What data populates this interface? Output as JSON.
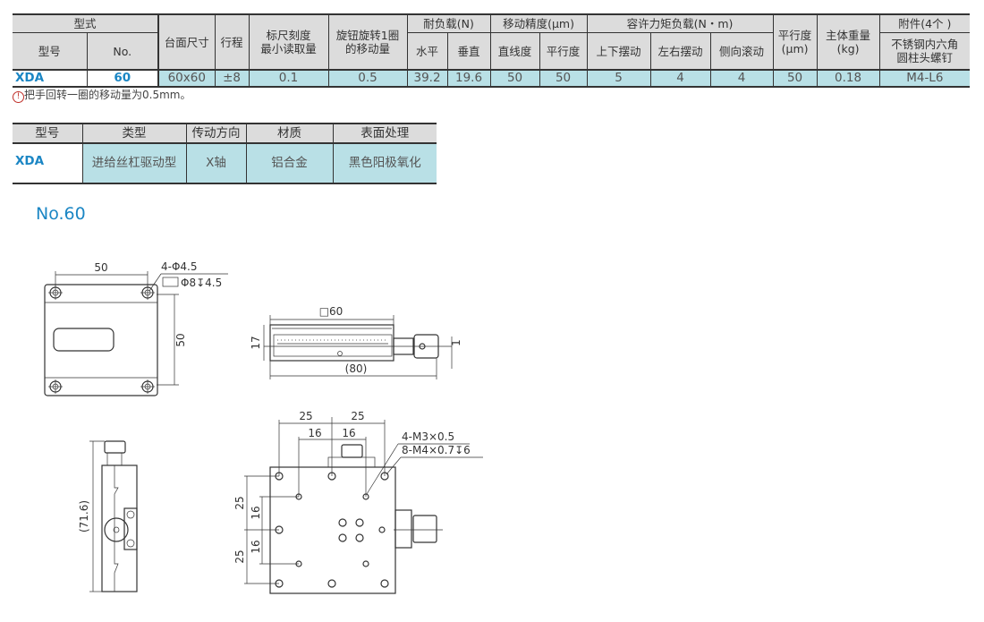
{
  "spec_table": {
    "group_headers": {
      "model_type": "型式",
      "load": "耐负载(N)",
      "accuracy": "移动精度(μm)",
      "moment": "容许力矩负载(N・m)",
      "accessory": "附件(4个 )"
    },
    "headers": {
      "model": "型号",
      "no": "No.",
      "table_size": "台面尺寸",
      "stroke": "行程",
      "scale_min": "标尺刻度\n最小读取量",
      "knob_travel": "旋钮旋转1圈\n的移动量",
      "horizontal": "水平",
      "vertical": "垂直",
      "straightness": "直线度",
      "parallelism": "平行度",
      "pitch": "上下摆动",
      "yaw": "左右摆动",
      "roll": "侧向滚动",
      "parallelism2": "平行度\n(μm)",
      "weight": "主体重量\n(kg)",
      "screw": "不锈钢内六角\n圆柱头螺钉"
    },
    "row": {
      "model": "XDA",
      "no": "60",
      "table_size": "60x60",
      "stroke": "±8",
      "scale_min": "0.1",
      "knob_travel": "0.5",
      "horizontal": "39.2",
      "vertical": "19.6",
      "straightness": "50",
      "parallelism": "50",
      "pitch": "5",
      "yaw": "4",
      "roll": "4",
      "parallelism2": "50",
      "weight": "0.18",
      "screw": "M4-L6"
    }
  },
  "note": {
    "icon": "!",
    "text": "把手回转一圈的移动量为0.5mm。"
  },
  "type_table": {
    "headers": [
      "型号",
      "类型",
      "传动方向",
      "材质",
      "表面处理"
    ],
    "row": [
      "XDA",
      "进给丝杠驱动型",
      "X轴",
      "铝合金",
      "黑色阳极氧化"
    ]
  },
  "drawing_title": "No.60",
  "dimensions": {
    "top_width": "50",
    "top_height": "50",
    "hole_spec1": "4-Φ4.5",
    "hole_spec2": "Φ8↧4.5",
    "side_width": "□60",
    "side_height": "17",
    "side_total": "(80)",
    "side_offset": "1",
    "end_height": "(71.6)",
    "bottom_25a": "25",
    "bottom_25b": "25",
    "bottom_16a": "16",
    "bottom_16b": "16",
    "bottom_v25a": "25",
    "bottom_v16a": "16",
    "bottom_v16b": "16",
    "bottom_v25b": "25",
    "tap_spec1": "4-M3×0.5",
    "tap_spec2": "8-M4×0.7↧6"
  },
  "colors": {
    "accent": "#1b86c4",
    "data_fill": "#b9e0e6",
    "header_fill": "#dcdcdc"
  }
}
